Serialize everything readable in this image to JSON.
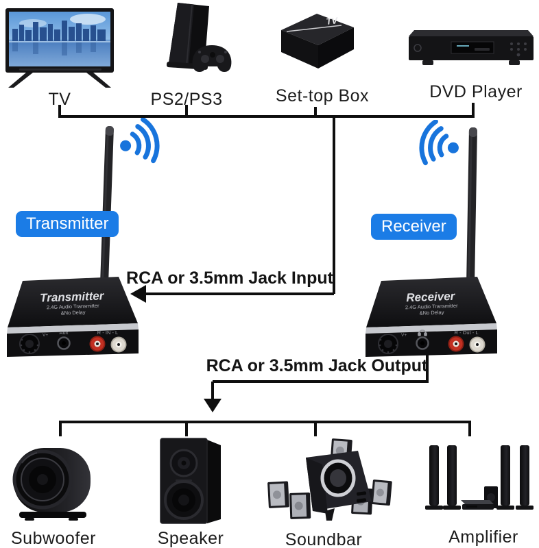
{
  "colors": {
    "accent_blue": "#1b7ce6",
    "wifi_blue": "#1874dc",
    "line": "#0e0e0e"
  },
  "top_devices": [
    {
      "label": "TV"
    },
    {
      "label": "PS2/PS3"
    },
    {
      "label": "Set-top Box",
      "logo": "TV"
    },
    {
      "label": "DVD Player"
    }
  ],
  "connections": {
    "input_label": "RCA or 3.5mm Jack Input",
    "output_label": "RCA or 3.5mm Jack Output"
  },
  "transmitter": {
    "badge": "Transmitter",
    "title": "Transmitter",
    "subtitle": "2.4G Audio Transmitter",
    "subtitle2": "&No Delay",
    "knob_label": "V+",
    "aux_label": "Aux",
    "rca_label": "R - IN - L"
  },
  "receiver": {
    "badge": "Receiver",
    "title": "Receiver",
    "subtitle": "2.4G Audio Transmitter",
    "subtitle2": "&No Delay",
    "knob_label": "V+",
    "rca_label": "R - Out - L"
  },
  "bottom_devices": [
    {
      "label": "Subwoofer"
    },
    {
      "label": "Speaker"
    },
    {
      "label": "Soundbar"
    },
    {
      "label": "Amplifier"
    }
  ]
}
